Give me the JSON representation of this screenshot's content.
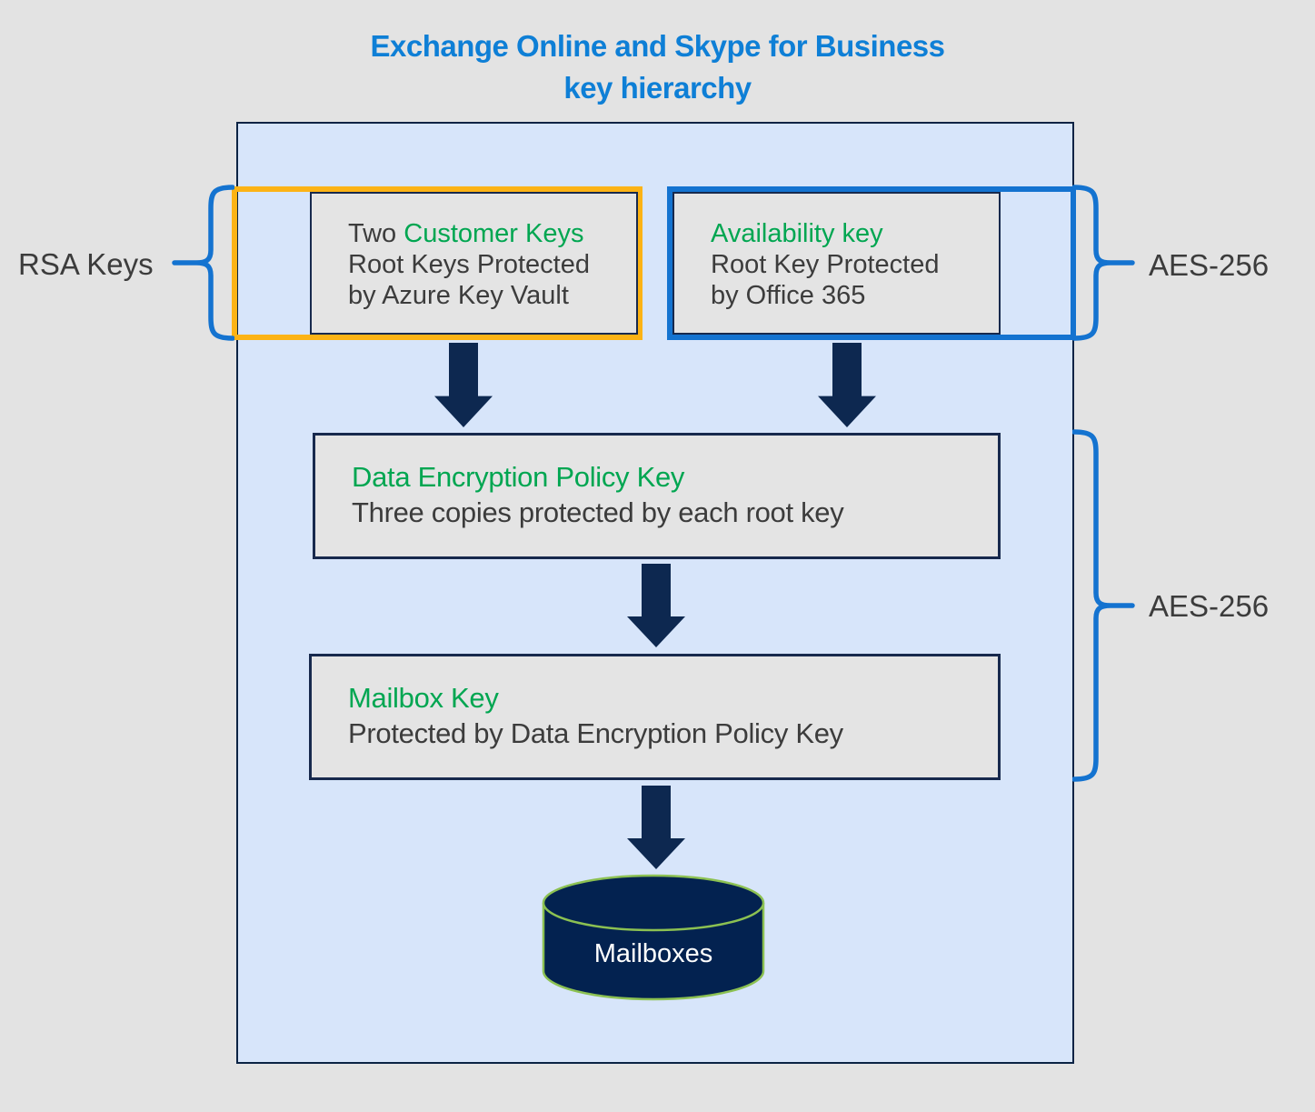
{
  "title": {
    "line1": "Exchange Online and Skype for Business",
    "line2": "key hierarchy"
  },
  "side_labels": {
    "rsa": "RSA Keys",
    "aes_top": "AES-256",
    "aes_bottom": "AES-256"
  },
  "boxes": {
    "customer_keys": {
      "prefix": "Two ",
      "name": "Customer Keys",
      "line2": "Root Keys Protected",
      "line3": "by Azure Key Vault"
    },
    "availability_key": {
      "name": "Availability key",
      "line2": "Root Key Protected",
      "line3": "by Office 365"
    },
    "dep_key": {
      "name": "Data Encryption Policy Key",
      "line2": "Three copies protected by each root key"
    },
    "mailbox_key": {
      "name": "Mailbox Key",
      "line2": "Protected by Data Encryption Policy Key"
    }
  },
  "cylinder": {
    "label": "Mailboxes"
  },
  "colors": {
    "page-bg": "#e3e3e3",
    "title-blue": "#0e7fd6",
    "brace-blue": "#1473d0",
    "outline-yellow": "#fcb315",
    "key-green": "#00a651",
    "navy": "#0d2850",
    "container-border": "#0b2344",
    "container-fill": "#d7e5fa",
    "panel-fill": "#e4e4e4",
    "panel-border": "#17294d",
    "cylinder-fill": "#032250",
    "cylinder-stroke": "#8cc152",
    "text-dark": "#3c3c3c"
  }
}
